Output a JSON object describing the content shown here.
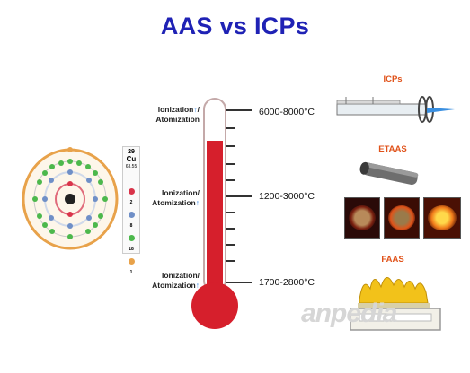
{
  "title": "AAS vs ICPs",
  "stages": [
    {
      "label_line1": "Ionization",
      "label_mark1": "↑",
      "label_sep": "/",
      "label_line2": "Atomization",
      "label_mark2": "",
      "temperature": "6000-8000°C"
    },
    {
      "label_line1": "Ionization/",
      "label_mark1": "",
      "label_sep": "",
      "label_line2": "Atomization",
      "label_mark2": "↑",
      "temperature": "1200-3000°C"
    },
    {
      "label_line1": "Ionization/",
      "label_mark1": "",
      "label_sep": "",
      "label_line2": "Atomization",
      "label_mark2": "↑",
      "temperature": "1700-2800°C"
    }
  ],
  "techniques": [
    {
      "name": "ICPs"
    },
    {
      "name": "ETAAS"
    },
    {
      "name": "FAAS"
    }
  ],
  "element_card": {
    "atomic_number": "29",
    "symbol": "Cu",
    "mass": "63.55",
    "shells": [
      "2",
      "8",
      "18",
      "1"
    ]
  },
  "watermark": "anpedia",
  "colors": {
    "title": "#1f22b5",
    "thermometer_fill": "#d61f2c",
    "instrument_label": "#e0521a",
    "arrow": "#2b7ee0"
  }
}
